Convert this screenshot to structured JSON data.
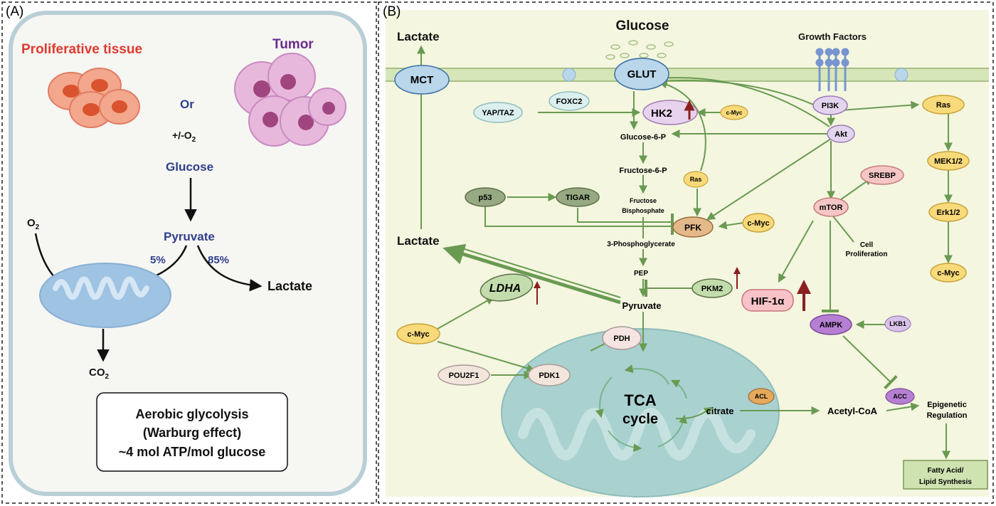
{
  "colors": {
    "arrow_green": "#6a9a52",
    "inhibit_green": "#6a9a52",
    "up_arrow": "#8a1f1f",
    "panel_bg": "#f4f6df",
    "membrane": "#d7e6b8",
    "mito_fill": "#a9d1cf",
    "red_label": "#e03a2e",
    "purple_label": "#6b2c8e",
    "blue_label": "#2f3f8a"
  },
  "panel_a": {
    "label": "(A)",
    "proliferative": "Proliferative tissue",
    "tumor": "Tumor",
    "or": "Or",
    "oxygen_cond_pre": "+/-O",
    "oxygen_cond_sub": "2",
    "glucose": "Glucose",
    "pyruvate": "Pyruvate",
    "pct_mito": "5%",
    "pct_lactate": "85%",
    "o2_main": "O",
    "o2_sub": "2",
    "co2_main": "CO",
    "co2_sub": "2",
    "lactate": "Lactate",
    "box_line1": "Aerobic glycolysis",
    "box_line2": "(Warburg effect)",
    "box_line3": "~4 mol ATP/mol glucose"
  },
  "panel_b": {
    "label": "(B)",
    "lactate_top": "Lactate",
    "glucose_top": "Glucose",
    "growth_factors": "Growth Factors",
    "mct": "MCT",
    "glut": "GLUT",
    "foxc2": "FOXC2",
    "yap_taz": "YAP/TAZ",
    "hk2": "HK2",
    "cmyc_small": "c-Myc",
    "pi3k": "PI3K",
    "ras_right": "Ras",
    "glucose6p": "Glucose-6-P",
    "akt": "Akt",
    "mek": "MEK1/2",
    "fructose6p": "Fructose-6-P",
    "ras_mid": "Ras",
    "srebp": "SREBP",
    "p53": "p53",
    "tigar": "TIGAR",
    "fbp_line1": "Fructose",
    "fbp_line2": "Bisphosphate",
    "mtor": "mTOR",
    "erk": "Erk1/2",
    "pfk": "PFK",
    "cmyc_pfk": "c-Myc",
    "cell_prolif_line1": "Cell",
    "cell_prolif_line2": "Proliferation",
    "lactate_mid": "Lactate",
    "pg3": "3-Phosphoglycerate",
    "cmyc_right": "c-Myc",
    "pep": "PEP",
    "ldha": "LDHA",
    "pkm2": "PKM2",
    "hif": "HIF-1α",
    "pyruvate": "Pyruvate",
    "ampk": "AMPK",
    "lkb1": "LKB1",
    "cmyc_left": "c-Myc",
    "pdh": "PDH",
    "pou2f1": "POU2F1",
    "pdk1": "PDK1",
    "tca_line1": "TCA",
    "tca_line2": "cycle",
    "acl": "ACL",
    "acc": "ACC",
    "citrate": "citrate",
    "acetylcoa": "Acetyl-CoA",
    "epi_line1": "Epigenetic",
    "epi_line2": "Regulation",
    "fa_line1": "Fatty Acid/",
    "fa_line2": "Lipid Synthesis"
  }
}
